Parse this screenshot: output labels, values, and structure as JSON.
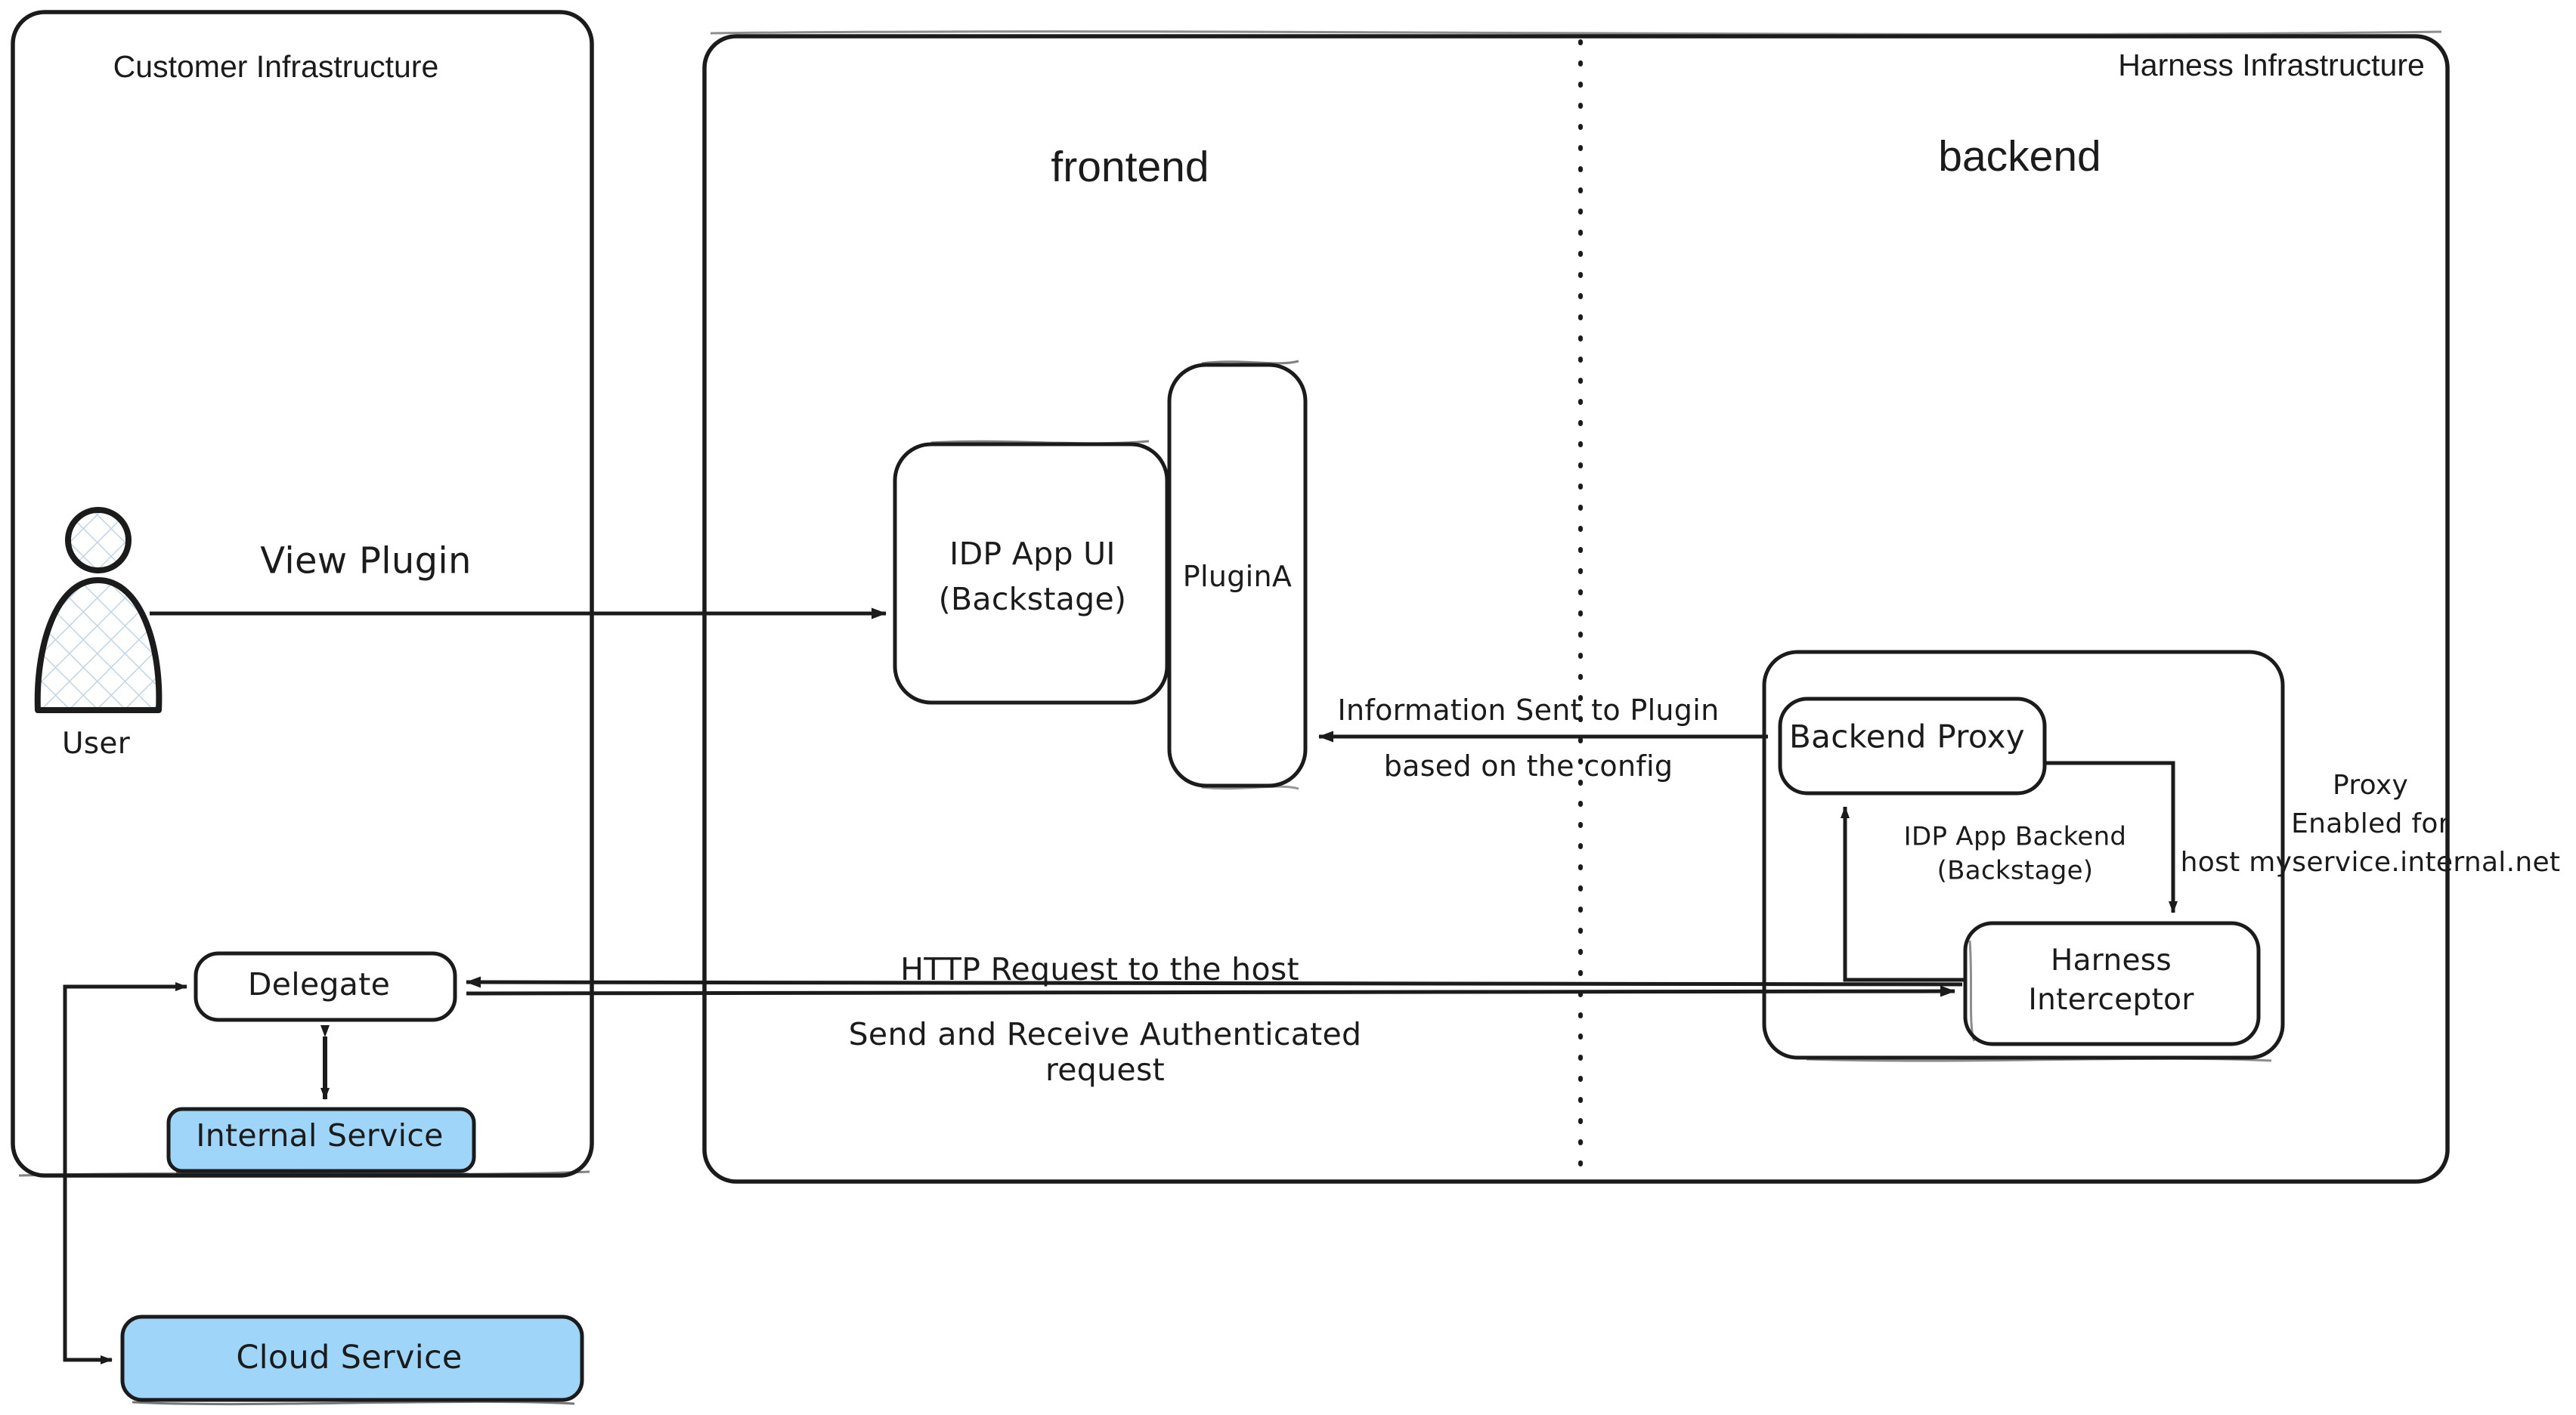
{
  "diagram": {
    "title": "Harness IDP Plugin Proxy Architecture",
    "colors": {
      "stroke": "#1b1b1b",
      "background": "#ffffff",
      "service_fill": "#9ed5f8",
      "text": "#1b1b1b"
    }
  },
  "zones": {
    "customer": {
      "label": "Customer Infrastructure"
    },
    "harness": {
      "label": "Harness Infrastructure"
    },
    "frontend": {
      "label": "frontend"
    },
    "backend": {
      "label": "backend"
    }
  },
  "actors": {
    "user": {
      "label": "User",
      "icon": "user-actor-icon"
    }
  },
  "nodes": {
    "idp_app_ui": {
      "line1": "IDP App UI",
      "line2": "(Backstage)"
    },
    "plugin_a": {
      "label": "PluginA"
    },
    "idp_app_backend": {
      "line1": "IDP App Backend",
      "line2": "(Backstage)"
    },
    "backend_proxy": {
      "label": "Backend Proxy"
    },
    "harness_interceptor": {
      "line1": "Harness",
      "line2": "Interceptor"
    },
    "delegate": {
      "label": "Delegate"
    },
    "internal_service": {
      "label": "Internal Service"
    },
    "cloud_service": {
      "label": "Cloud Service"
    }
  },
  "edges": {
    "view_plugin": {
      "label": "View Plugin"
    },
    "info_sent": {
      "line1": "Information Sent to Plugin",
      "line2": "based on the config"
    },
    "http_request": {
      "label": "HTTP Request to the host"
    },
    "send_receive": {
      "line1": "Send and Receive Authenticated",
      "line2": "request"
    },
    "proxy_enabled": {
      "line1": "Proxy",
      "line2": "Enabled for",
      "line3": "host myservice.internal.net"
    }
  }
}
